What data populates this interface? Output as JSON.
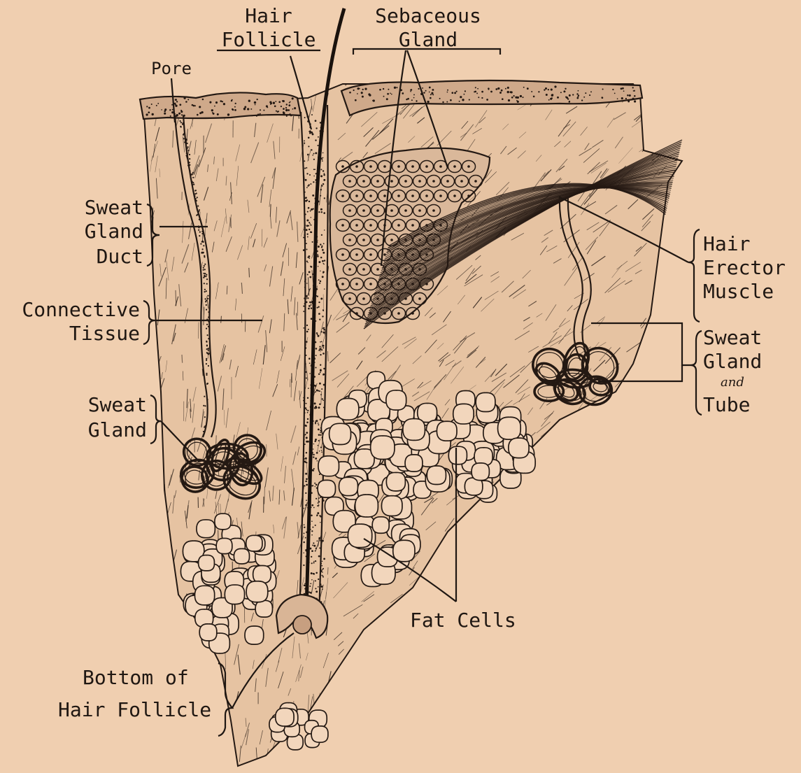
{
  "labels": {
    "hair_follicle": [
      "Hair",
      "Follicle"
    ],
    "sebaceous_gland": [
      "Sebaceous",
      "Gland"
    ],
    "pore": "Pore",
    "sweat_gland_duct": [
      "Sweat",
      "Gland",
      "Duct"
    ],
    "connective_tissue": [
      "Connective",
      "Tissue"
    ],
    "sweat_gland": [
      "Sweat",
      "Gland"
    ],
    "hair_erector_muscle": [
      "Hair",
      "Erector",
      "Muscle"
    ],
    "sweat_gland_and_tube": [
      "Sweat",
      "Gland",
      "and",
      "Tube"
    ],
    "fat_cells": "Fat Cells",
    "bottom_of_hair_follicle": [
      "Bottom of",
      "Hair Follicle"
    ]
  },
  "colors": {
    "background": "#f0cfb0",
    "ink": "#241913",
    "tissue_fill": "#e6c3a2"
  }
}
